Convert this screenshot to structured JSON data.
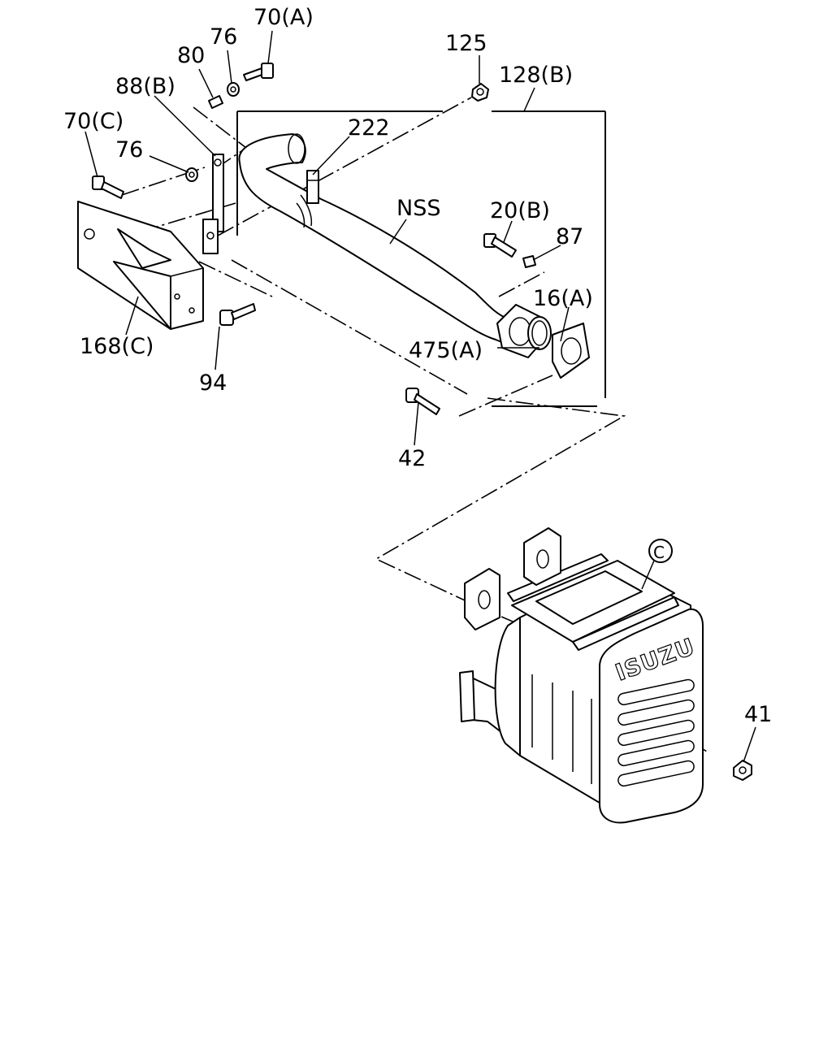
{
  "labels": {
    "p70a": "70(A)",
    "p76_top": "76",
    "p80": "80",
    "p88b": "88(B)",
    "p70c": "70(C)",
    "p76_left": "76",
    "p222": "222",
    "p125": "125",
    "p128b": "128(B)",
    "nss": "NSS",
    "p20b": "20(B)",
    "p87": "87",
    "p16a": "16(A)",
    "p475a": "475(A)",
    "p168c": "168(C)",
    "p94": "94",
    "p42": "42",
    "p41": "41",
    "ref_c": "C",
    "logo": "ISUZU"
  }
}
